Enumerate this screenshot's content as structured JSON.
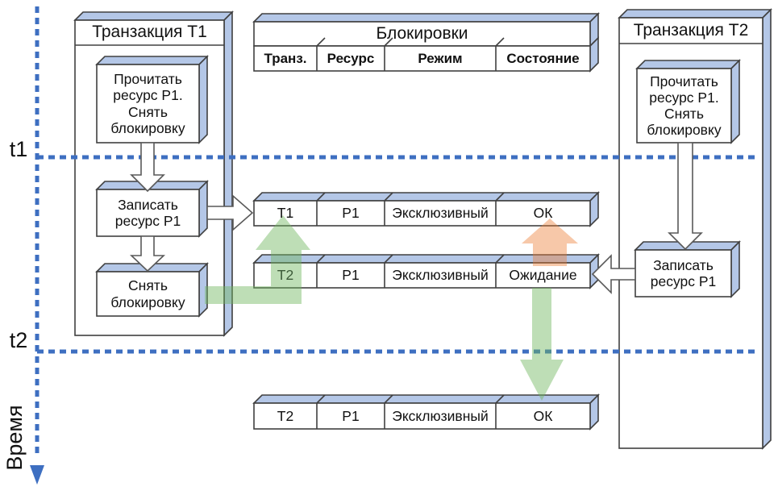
{
  "timeline": {
    "t1": "t1",
    "t2": "t2",
    "axis_label": "Время"
  },
  "t1_panel": {
    "title": "Транзакция Т1",
    "steps": [
      "Прочитать\nресурс Р1.\nСнять\nблокировку",
      "Записать\nресурс Р1",
      "Снять\nблокировку"
    ]
  },
  "t2_panel": {
    "title": "Транзакция Т2",
    "steps": [
      "Прочитать\nресурс Р1.\nСнять\nблокировку",
      "Записать\nресурс Р1"
    ]
  },
  "lock_table": {
    "title": "Блокировки",
    "columns": [
      "Транз.",
      "Ресурс",
      "Режим",
      "Состояние"
    ]
  },
  "lock_rows": [
    {
      "tx": "Т1",
      "resource": "Р1",
      "mode": "Эксклюзивный",
      "state": "ОК"
    },
    {
      "tx": "Т2",
      "resource": "Р1",
      "mode": "Эксклюзивный",
      "state": "Ожидание"
    },
    {
      "tx": "Т2",
      "resource": "Р1",
      "mode": "Эксклюзивный",
      "state": "ОК"
    }
  ],
  "colors": {
    "box_blue": "#b4c7e7",
    "line_blue": "#3e6fc1",
    "green_arrow": "#6fb55e",
    "orange_arrow": "#ed7d31",
    "border": "#404040"
  }
}
